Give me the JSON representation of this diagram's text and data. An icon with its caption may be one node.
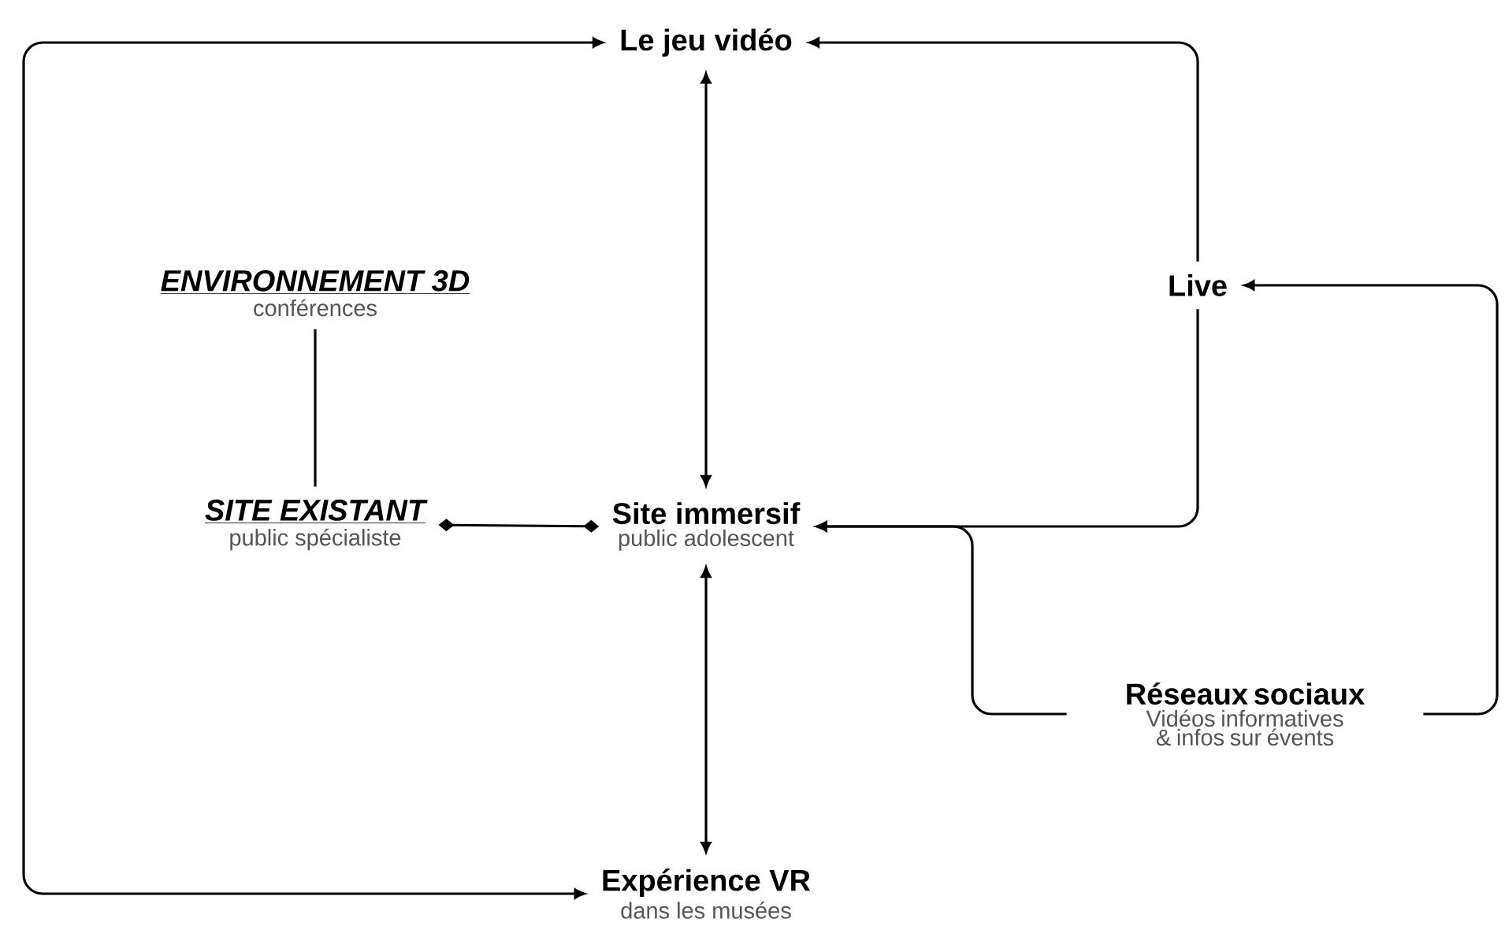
{
  "diagram": {
    "nodes": [
      {
        "text": [
          "Le jeu vidéo"
        ]
      },
      {
        "text": [
          "ENVIRONNEMENT 3D",
          "conférences"
        ]
      },
      {
        "text": [
          "Live"
        ]
      },
      {
        "text": [
          "SITE EXISTANT",
          "public spécialiste"
        ]
      },
      {
        "text": [
          "Site immersif",
          "public adolescent"
        ]
      },
      {
        "text": [
          "Réseaux sociaux",
          "Vidéos informatives & infos sur évents"
        ]
      },
      {
        "text": [
          "Expérience VR",
          "dans les musées"
        ]
      }
    ],
    "edges": [
      {
        "from": 0,
        "to": 6,
        "arrow": "both"
      },
      {
        "from": 0,
        "to": 4,
        "arrow": "both"
      },
      {
        "from": 4,
        "to": 6,
        "arrow": "both"
      },
      {
        "from": 3,
        "to": 4,
        "arrow": "other"
      },
      {
        "from": 1,
        "to": 3,
        "arrow": "none"
      },
      {
        "from": 2,
        "to": 0,
        "arrow": "to"
      },
      {
        "from": 2,
        "to": 4,
        "arrow": "to"
      },
      {
        "from": 5,
        "to": 4,
        "arrow": "to"
      },
      {
        "from": 5,
        "to": 2,
        "arrow": "to"
      }
    ]
  }
}
